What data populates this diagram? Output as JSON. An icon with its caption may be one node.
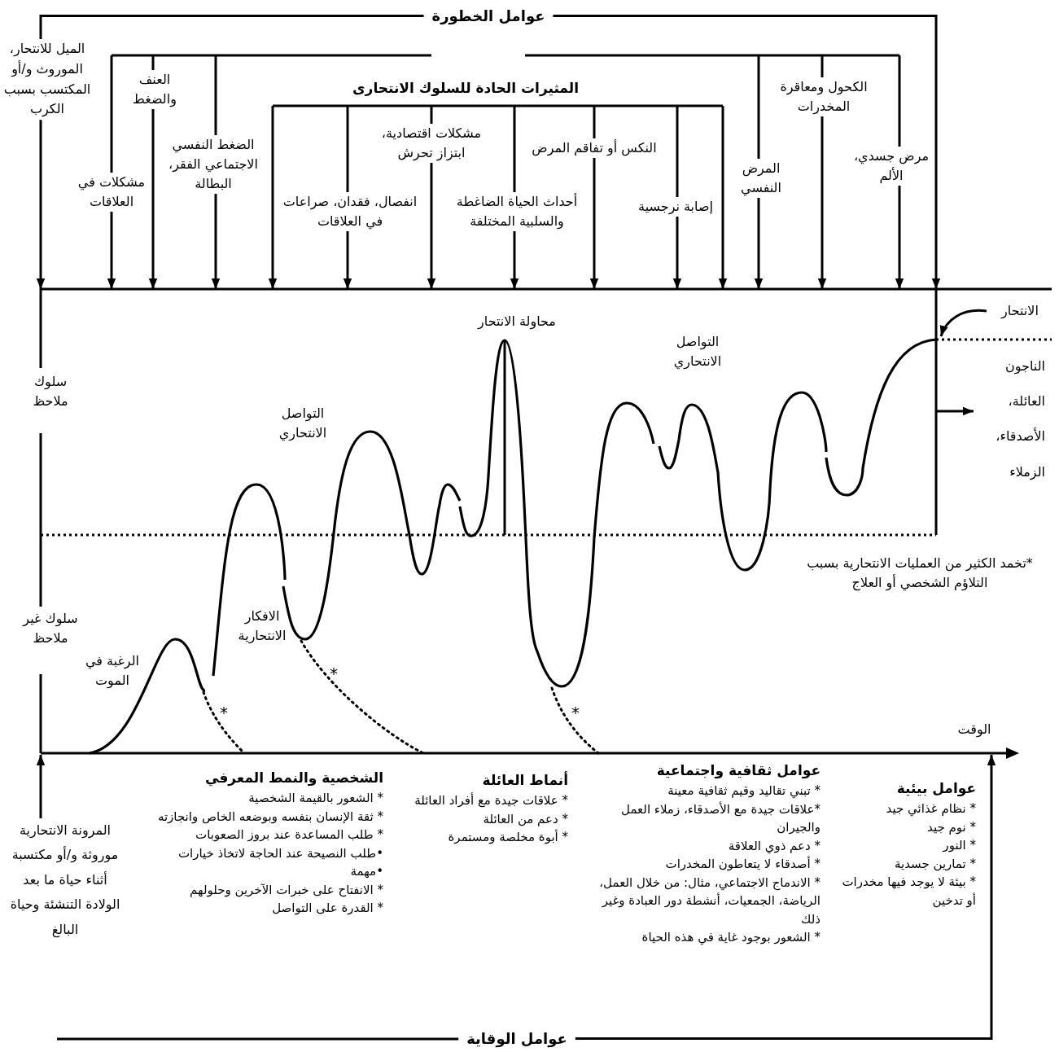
{
  "diagram": {
    "nodes": [
      {
        "text": [
          "عوامل الخطورة"
        ]
      },
      {
        "text": [
          "الميل للانتحار، الموروث و/أو المكتسب بسبب الكرب"
        ]
      },
      {
        "text": [
          "مشكلات في العلاقات"
        ]
      },
      {
        "text": [
          "العنف والضغط"
        ]
      },
      {
        "text": [
          "الضغط النفسي الاجتماعي الفقر، البطالة"
        ]
      },
      {
        "text": [
          "المثيرات الحادة للسلوك الانتحارى"
        ]
      },
      {
        "text": [
          "انفصال، فقدان، صراعات في العلاقات"
        ]
      },
      {
        "text": [
          "مشكلات اقتصادية، ابتزاز تحرش"
        ]
      },
      {
        "text": [
          "أحداث الحياة الضاغطة والسلبية المختلفة"
        ]
      },
      {
        "text": [
          "النكس أو تفاقم المرض"
        ]
      },
      {
        "text": [
          "إصابة نرجسية"
        ]
      },
      {
        "text": [
          "المرض النفسي"
        ]
      },
      {
        "text": [
          "الكحول ومعاقرة المخدرات"
        ]
      },
      {
        "text": [
          "مرض جسدي، الألم"
        ]
      },
      {
        "text": [],
        "shape": "box"
      },
      {
        "text": [
          "الانتحار"
        ],
        "in": 14
      },
      {
        "text": [
          "الناجون العائلة، الأصدقاء، الزملاء"
        ],
        "in": 14
      },
      {
        "text": [
          "المرونة الانتحارية موروثة و/أو مكتسبة أثناء حياة ما بعد الولادة التنشئة وحياة البالغ"
        ]
      },
      {
        "text": [
          "الشخصية والنمط المعرفي",
          "* الشعور بالقيمة الشخصية",
          "* ثقة الإنسان بنفسه وبوضعه الخاص وانجازته",
          "* طلب المساعدة عند بروز الصعوبات",
          "•طلب النصيحة عند الحاجة لاتخاذ خيارات",
          "•مهمة",
          "* الانفتاح على خبرات الآخرين وحلولهم",
          "* القدرة على التواصل"
        ]
      },
      {
        "text": [
          "أنماط العائلة",
          "* علاقات جيدة مع أفراد العائلة",
          "* دعم من العائلة",
          "* أبوة مخلصة ومستمرة"
        ]
      },
      {
        "text": [
          "عوامل ثقافية واجتماعية",
          "* تبني تقاليد وقيم ثقافية معينة",
          "*علاقات جيدة مع الأصدقاء، زملاء العمل والجيران",
          "* دعم ذوي العلاقة",
          "* أصدقاء لا يتعاطون المخدرات",
          "* الاندماج الاجتماعي، مثال: من خلال العمل، الرياضة، الجمعيات، أنشطة دور العبادة وغير ذلك",
          "* الشعور بوجود غاية في هذه الحياة"
        ]
      },
      {
        "text": [
          "عوامل بيئية",
          "* نظام غذائي جيد",
          "* نوم جيد",
          "* النور",
          "* تمارين جسدية",
          "* بيئة لا يوجد فيها مخدرات أو تدخين"
        ]
      },
      {
        "text": [
          "عوامل الوقاية"
        ]
      }
    ],
    "edges": [
      {
        "from": 0,
        "to": 1,
        "arrow": "none"
      },
      {
        "from": 1,
        "to": 14,
        "arrow": "to"
      },
      {
        "from": 2,
        "to": 14,
        "arrow": "to"
      },
      {
        "from": 3,
        "to": 14,
        "arrow": "to"
      },
      {
        "from": 4,
        "to": 14,
        "arrow": "to"
      },
      {
        "from": null,
        "to": 14,
        "arrow": "to"
      },
      {
        "from": 6,
        "to": 14,
        "arrow": "to"
      },
      {
        "from": 7,
        "to": 14,
        "arrow": "to"
      },
      {
        "from": 8,
        "to": 14,
        "arrow": "to"
      },
      {
        "from": 9,
        "to": 14,
        "arrow": "to"
      },
      {
        "from": 10,
        "to": 14,
        "arrow": "to"
      },
      {
        "from": null,
        "to": 14,
        "arrow": "to"
      },
      {
        "from": 11,
        "to": 14,
        "arrow": "to"
      },
      {
        "from": 12,
        "to": 14,
        "arrow": "to"
      },
      {
        "from": 13,
        "to": 14,
        "arrow": "to"
      },
      {
        "from": 0,
        "to": 14,
        "arrow": "to"
      },
      {
        "from": 15,
        "to": null,
        "arrow": "to"
      },
      {
        "from": null,
        "to": 16,
        "arrow": "to"
      },
      {
        "from": 17,
        "to": 14,
        "arrow": "to"
      },
      {
        "from": 22,
        "to": 14,
        "arrow": "to"
      }
    ],
    "labels": [
      "محاولة الانتحار",
      "التواصل الانتحاري",
      "سلوك ملاحظ",
      "التواصل الانتحاري",
      "*تخمد الكثير من العمليات الانتحارية بسبب التلاؤم الشخصي أو العلاج",
      "الافكار الانتحارية",
      "سلوك غير ملاحظ",
      "الرغبة في الموت",
      "*",
      "*",
      "*",
      "الوقت"
    ]
  }
}
